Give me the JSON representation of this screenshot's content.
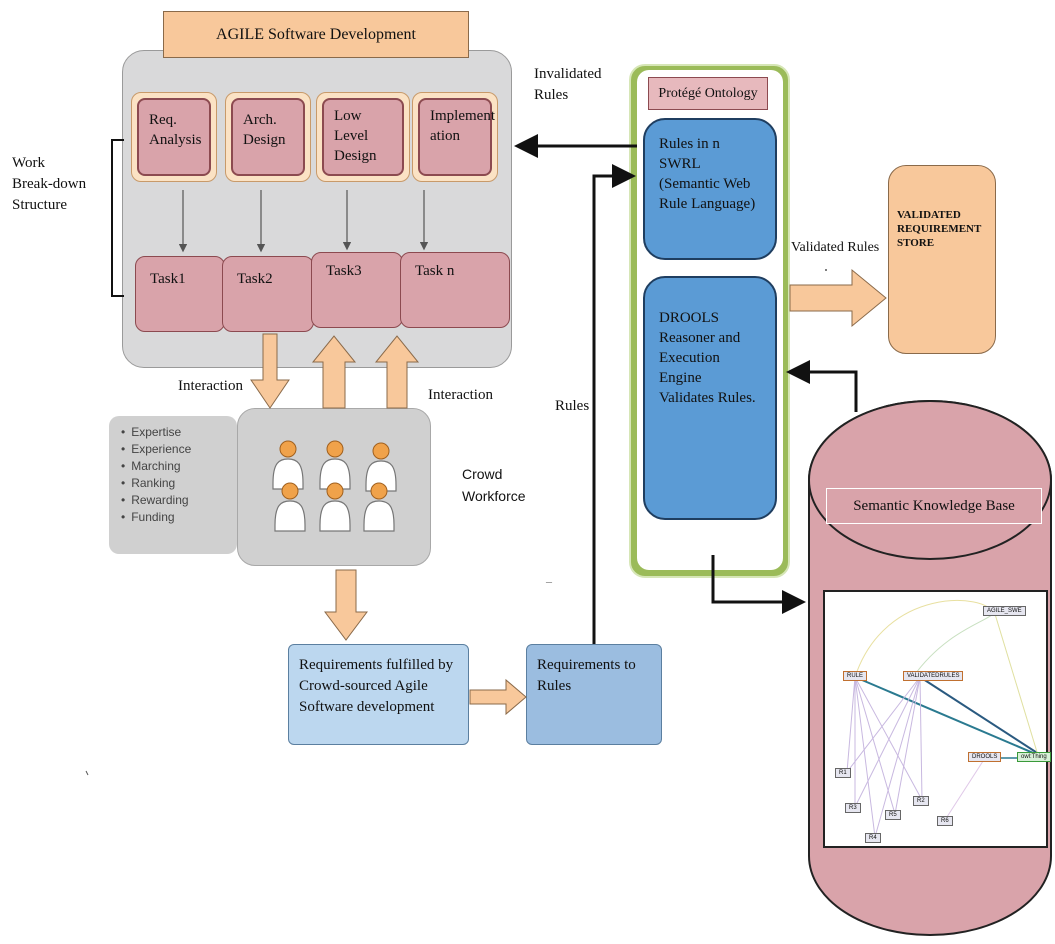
{
  "agile": {
    "title": "AGILE Software Development",
    "phases": [
      {
        "line1": "Req.",
        "line2": "Analysis"
      },
      {
        "line1": "Arch.",
        "line2": "Design"
      },
      {
        "line1": "Low Level",
        "line2": "Design"
      },
      {
        "line1": "Implement",
        "line2": "ation"
      }
    ],
    "tasks": [
      "Task1",
      "Task2",
      "Task3",
      "Task n"
    ]
  },
  "labels": {
    "work_breakdown": [
      "Work",
      "Break-down",
      "Structure"
    ],
    "invalidated_rules": [
      "Invalidated",
      "Rules"
    ],
    "interaction_left": "Interaction",
    "interaction_right": "Interaction",
    "rules": "Rules",
    "crowd_workforce": [
      "Crowd",
      "Workforce"
    ],
    "validated_rules": "Validated Rules",
    "dash": "–"
  },
  "protege": {
    "title": "Protégé Ontology",
    "swrl": [
      "Rules in n",
      "SWRL",
      "(Semantic Web",
      "Rule Language)"
    ],
    "drools": [
      "DROOLS",
      "Reasoner and",
      "Execution",
      "Engine",
      "Validates Rules."
    ]
  },
  "validated_store": [
    "VALIDATED",
    "REQUIREMENT",
    "STORE"
  ],
  "skills": [
    "Expertise",
    "Experience",
    "Marching",
    "Ranking",
    "Rewarding",
    "Funding"
  ],
  "requirements_fulfilled": [
    "Requirements fulfilled by",
    "Crowd-sourced Agile",
    "Software development"
  ],
  "requirements_to_rules": [
    "Requirements to",
    "Rules"
  ],
  "knowledge_base": {
    "label": "Semantic Knowledge Base",
    "graph_nodes": [
      "AGILE_SWE",
      "RULE",
      "VALIDATEDRULES",
      "DROOLS",
      "owl:Thing",
      "R1",
      "R3",
      "R4",
      "R5",
      "R2",
      "R6"
    ]
  },
  "colors": {
    "task_pink": "#d9a3aa",
    "orange": "#f8c89b",
    "blue": "#5b9bd5",
    "green": "#9bbb59"
  }
}
